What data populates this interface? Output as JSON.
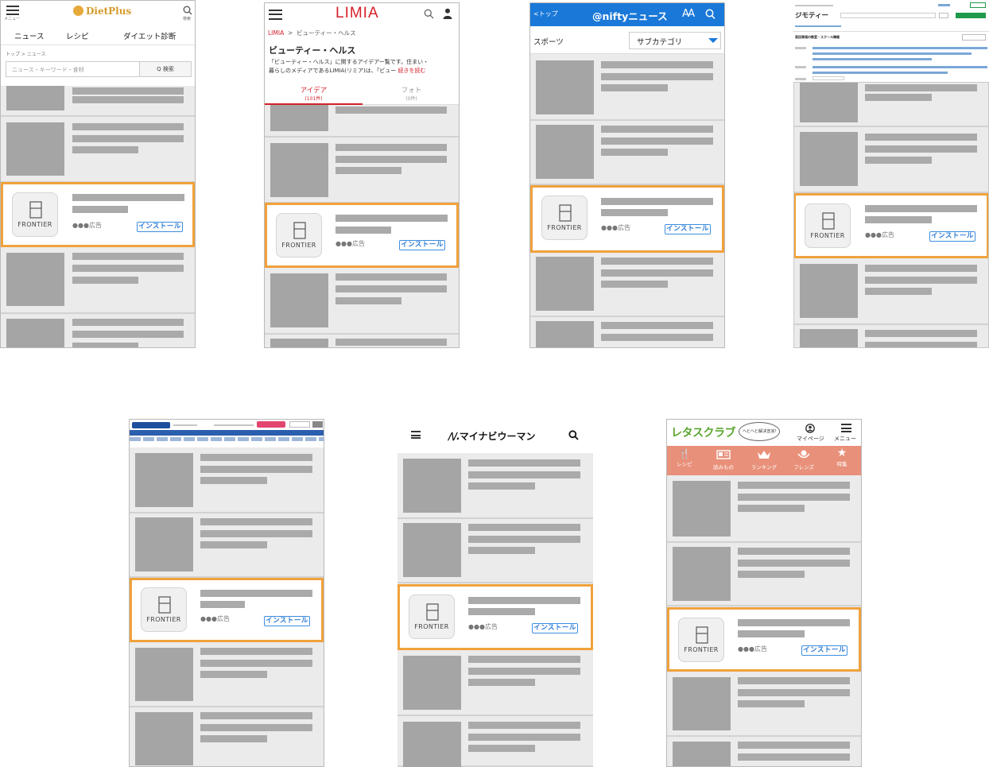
{
  "common": {
    "ad_brand": "FRONTIER",
    "ad_meta": "●●●広告",
    "install_label": "インストール"
  },
  "dietplus": {
    "menu_label": "メニュー",
    "logo_text": "DietPlus",
    "search_label": "検索",
    "nav": [
      "ニュース",
      "レシピ",
      "ダイエット診断"
    ],
    "breadcrumb": [
      "トップ",
      "ニュース"
    ],
    "search_placeholder": "ニュース・キーワード・食材",
    "search_button": "Q 検索"
  },
  "limia": {
    "logo_text": "LIMIA",
    "breadcrumb": [
      "LIMIA",
      "ビューティー・ヘルス"
    ],
    "title": "ビューティー・ヘルス",
    "desc_line1": "「ビューティー・ヘルス」に関するアイデアー覧です。住まい・",
    "desc_line2": "暮らしのメディアであるLIMIA(リミア)は、「ビュー",
    "read_more": "続きを読む",
    "tabs": [
      {
        "label": "アイデア",
        "count": "(101件)"
      },
      {
        "label": "フォト",
        "count": "(0件)"
      }
    ]
  },
  "nifty": {
    "back_label": "<トップ",
    "logo_text": "@niftyニュース",
    "font_label": "AA",
    "section": "スポーツ",
    "subcategory": "サブカテゴリ"
  },
  "jmty": {
    "logo_text": "ジモティー",
    "section_title": "高田馬場の教室・スクール情報"
  },
  "mynavi": {
    "logo_text": "マイナビウーマン"
  },
  "lettuce": {
    "logo_text": "レタスクラブ",
    "speech": "へとへと解決宣言!",
    "mypage": "マイページ",
    "menu": "メニュー",
    "nav": [
      "レシピ",
      "読みもの",
      "ランキング",
      "フレンズ",
      "特集"
    ]
  },
  "colors": {
    "ad_border": "#f0a23c",
    "install_blue": "#2c7bd6",
    "limia_red": "#d6202a",
    "nifty_blue": "#1a78d8",
    "lettuce_salmon": "#e8907a",
    "lettuce_green": "#5aa531",
    "jmty_green": "#1e9a4c",
    "placeholder_gray": "#a5a5a5"
  }
}
